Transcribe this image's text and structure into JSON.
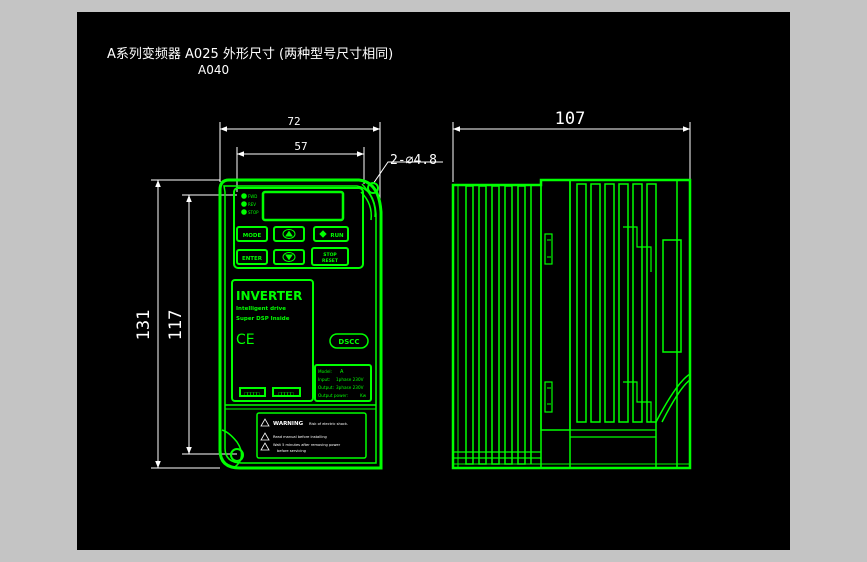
{
  "drawing": {
    "title_line1": "A系列变频器 A025 外形尺寸 (两种型号尺寸相同)",
    "title_line2": "A040"
  },
  "front_view": {
    "dim_width": "72",
    "dim_hole_spacing": "57",
    "dim_height": "131",
    "dim_hole_height": "117",
    "hole_callout": "2-∅4.8",
    "led_labels": [
      "FWD",
      "REV",
      "STOP"
    ],
    "keys": {
      "mode": "MODE",
      "enter": "ENTER",
      "run": "RUN",
      "stop_line1": "STOP",
      "stop_line2": "RESET"
    },
    "brand": {
      "title": "INVERTER",
      "subtitle": "Intelligent drive",
      "tagline": "Super DSP Inside",
      "ce_mark": "CE",
      "logo": "DSCC"
    },
    "rating": {
      "model_label": "Model:",
      "model_value": "A",
      "input_label": "Input:",
      "input_value": "1phase 230V",
      "output_label": "Output:",
      "output_value": "3phase 230V",
      "power_label": "Output power:",
      "power_value": "Kw"
    },
    "terminal_codes": [
      "□□□□□",
      "□□□□□"
    ],
    "warning": {
      "title": "WARNING",
      "subtitle": "Risk of electric shock.",
      "line1": "Read manual before installing",
      "line2": "Wait 5 minutes after removing power",
      "line3": "before servicing"
    }
  },
  "side_view": {
    "dim_depth": "107"
  },
  "colors": {
    "background": "#000000",
    "frame": "#c4c4c4",
    "geometry": "#00ff00",
    "dimension": "#ffffff"
  }
}
